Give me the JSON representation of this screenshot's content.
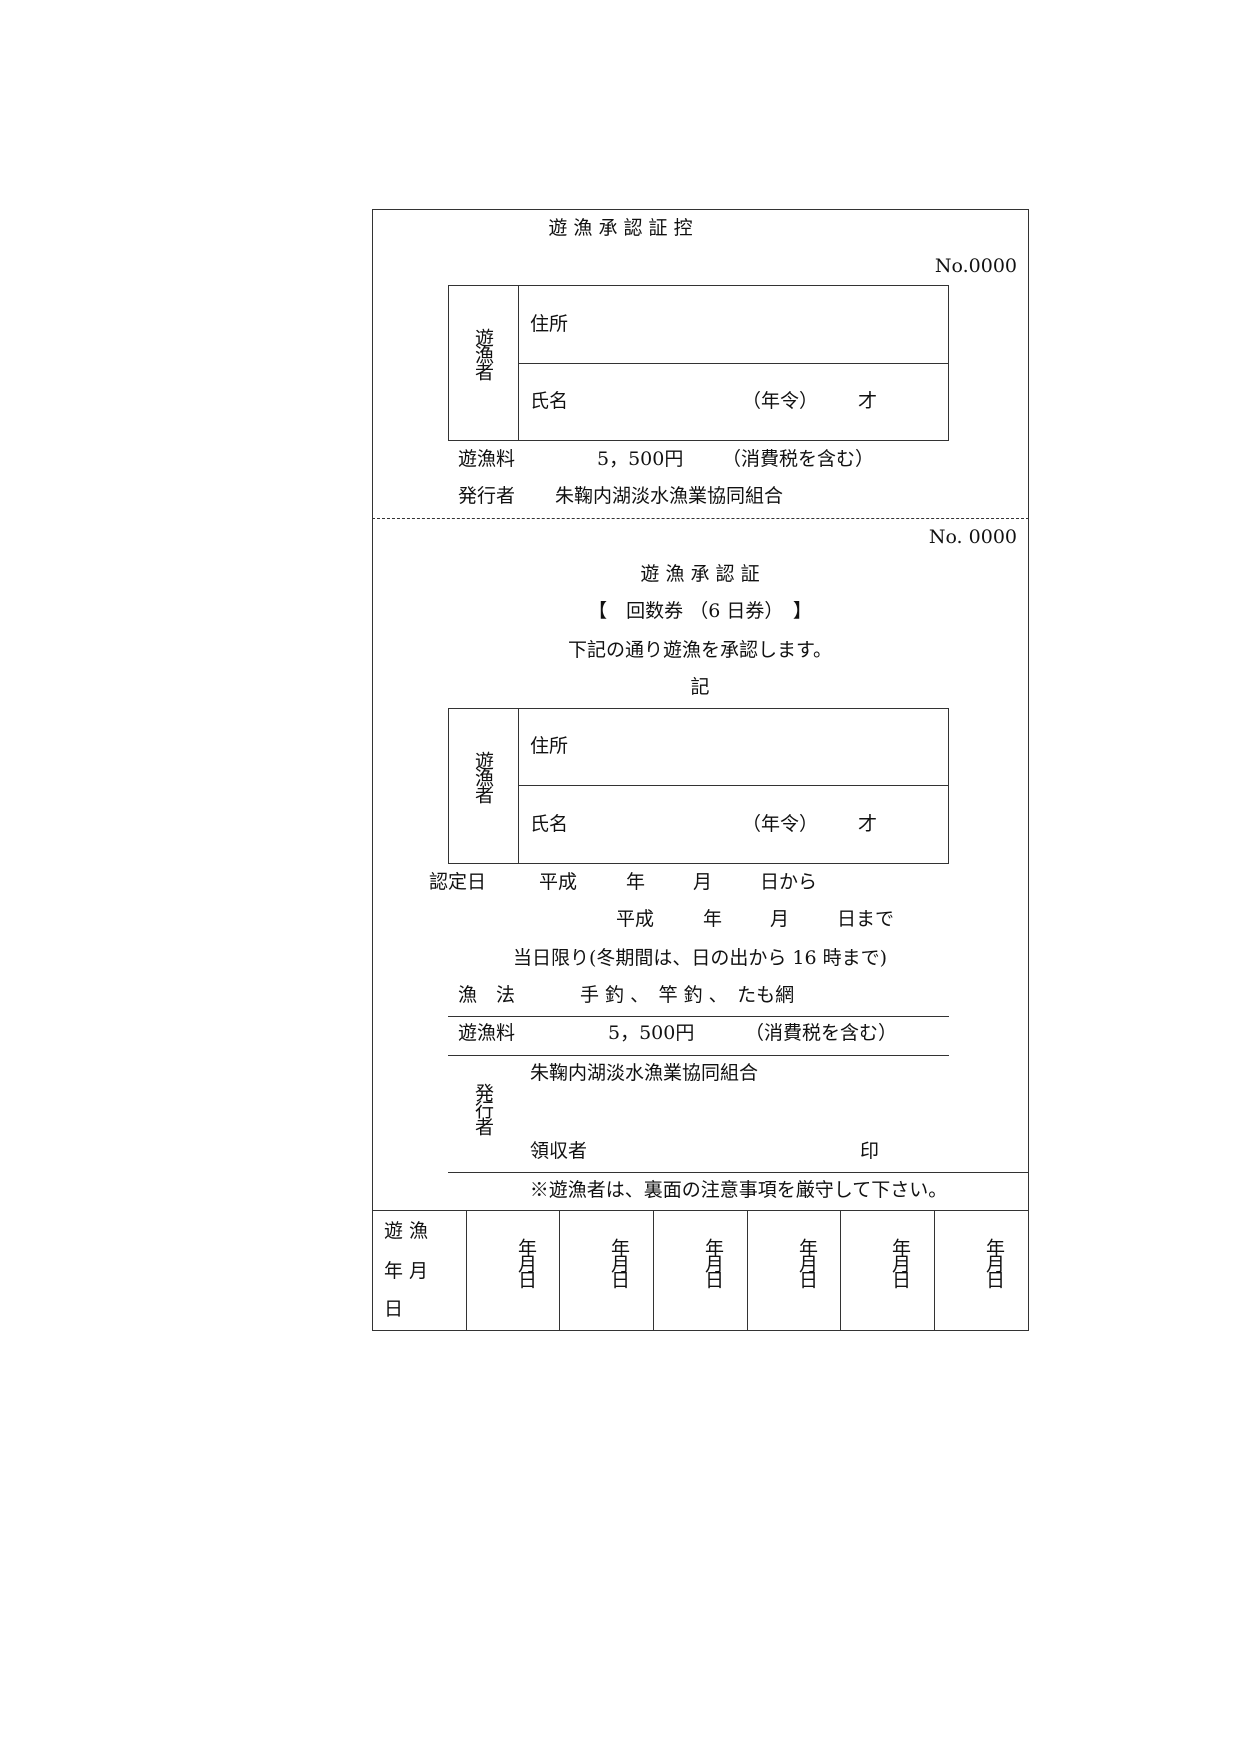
{
  "stub": {
    "title": "遊 漁 承 認 証 控",
    "no": "No.0000",
    "angler_label": "遊漁者",
    "address_label": "住所",
    "name_label": "氏名",
    "age_label": "（年令）",
    "age_unit": "才",
    "fee_label": "遊漁料",
    "fee_value": "5，500円",
    "fee_note": "（消費税を含む）",
    "issuer_label": "発行者",
    "issuer_value": "朱鞠内湖淡水漁業協同組合"
  },
  "ticket": {
    "no": "No. 0000",
    "title": "遊 漁 承 認 証",
    "type": "【　回数券 （6 日券）　】",
    "statement": "下記の通り遊漁を承認します。",
    "ki": "記",
    "angler_label": "遊漁者",
    "address_label": "住所",
    "name_label": "氏名",
    "age_label": "（年令）",
    "age_unit": "才",
    "date_label": "認定日",
    "era1": "平成",
    "year1": "年",
    "month1": "月",
    "day_from": "日から",
    "era2": "平成",
    "year2": "年",
    "month2": "月",
    "day_to": "日まで",
    "hours": "当日限り(冬期間は、日の出から 16 時まで)",
    "method_label": "漁　法",
    "methods": "手 釣 、　竿 釣 、　たも網",
    "fee_label": "遊漁料",
    "fee_value": "5，500円",
    "fee_note": "（消費税を含む）",
    "issuer_label": "発行者",
    "issuer_value": "朱鞠内湖淡水漁業協同組合",
    "receiver_label": "領収者",
    "seal": "印",
    "notice": "※遊漁者は、裏面の注意事項を厳守して下さい。"
  },
  "dates": {
    "header_line1": "遊 漁",
    "header_line2": "年 月",
    "header_line3": "日",
    "cell": "年月日",
    "cells": [
      "年月日",
      "年月日",
      "年月日",
      "年月日",
      "年月日",
      "年月日"
    ]
  }
}
